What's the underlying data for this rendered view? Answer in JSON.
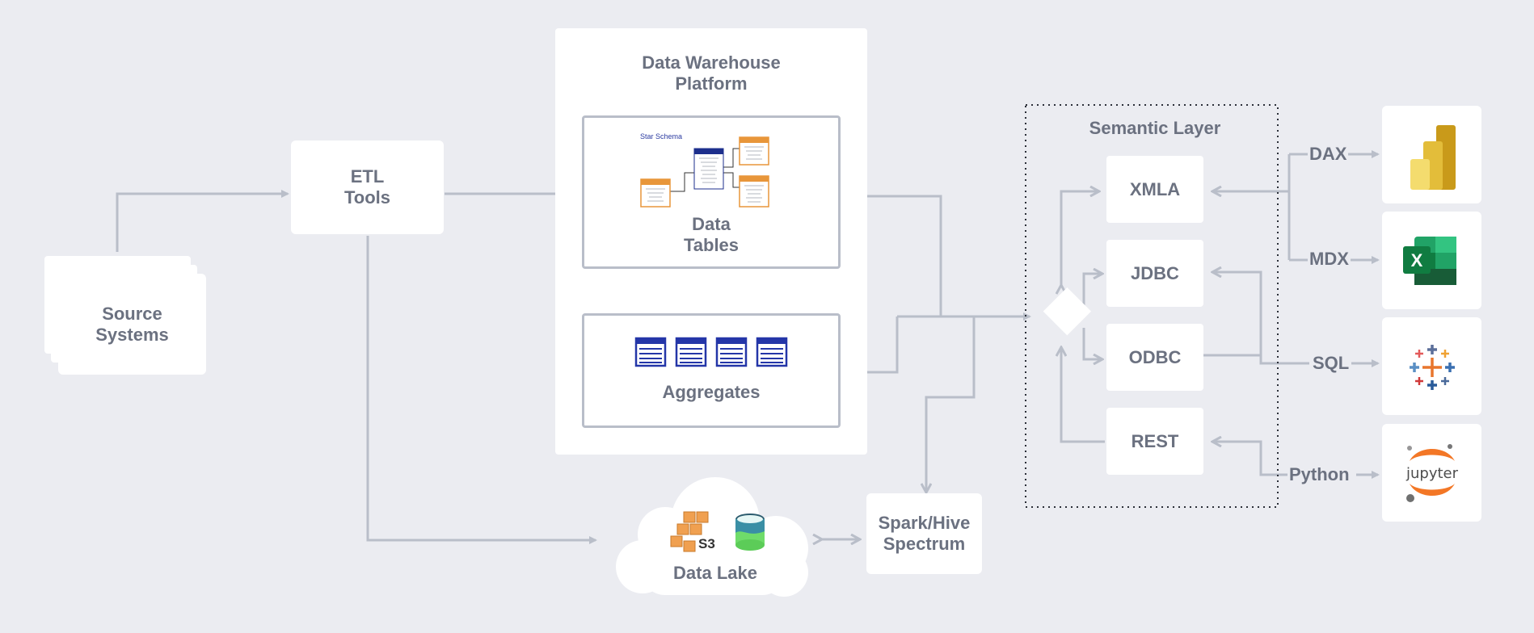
{
  "diagram": {
    "nodes": {
      "source_systems": "Source\nSystems",
      "etl_tools": "ETL\nTools",
      "warehouse_title": "Data Warehouse\nPlatform",
      "data_tables": "Data\nTables",
      "star_schema_label": "Star Schema",
      "aggregates": "Aggregates",
      "data_lake": "Data Lake",
      "s3_label": "S3",
      "spark_hive": "Spark/Hive\nSpectrum",
      "semantic_layer": "Semantic Layer"
    },
    "interfaces": [
      "XMLA",
      "JDBC",
      "ODBC",
      "REST"
    ],
    "languages": [
      "DAX",
      "MDX",
      "SQL",
      "Python"
    ],
    "tools": [
      "power-bi",
      "excel",
      "tableau",
      "jupyter"
    ],
    "jupyter_label": "jupyter",
    "excel_letter": "X"
  },
  "colors": {
    "background": "#ebecf1",
    "connector": "#b9bec9",
    "text": "#6b7180",
    "panel": "#ffffff"
  }
}
